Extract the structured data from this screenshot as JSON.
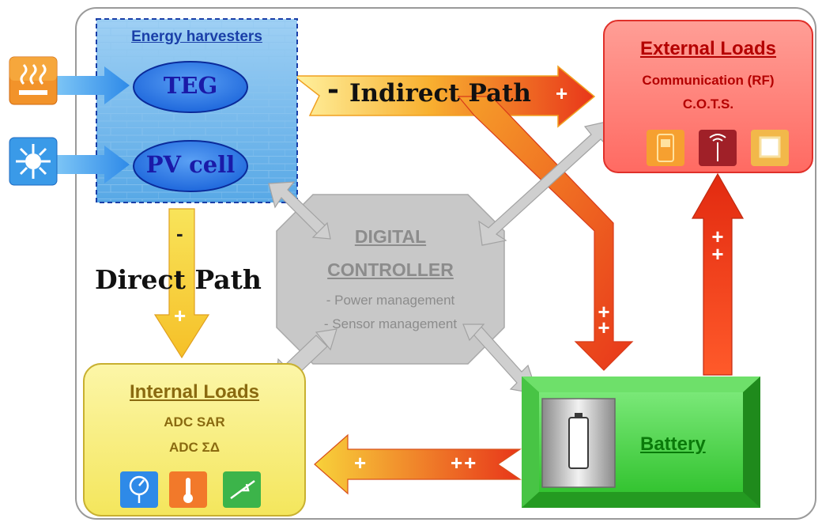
{
  "harvesters": {
    "title": "Energy harvesters",
    "teg": "TEG",
    "pv": "PV cell",
    "heat_icon": "heat-icon",
    "sun_icon": "sun-icon"
  },
  "paths": {
    "indirect_minus": "-",
    "indirect": "Indirect Path",
    "indirect_plus": "+",
    "direct_minus": "-",
    "direct": "Direct Path",
    "direct_plus": "+",
    "to_battery_plus": "++",
    "to_external_plus": "++",
    "battery_out_plus_near": "+",
    "battery_out_plus_far": "++"
  },
  "controller": {
    "title1": "DIGITAL",
    "title2": "CONTROLLER",
    "line1": "- Power management",
    "line2": "- Sensor management"
  },
  "external": {
    "title": "External Loads",
    "line1": "Communication (RF)",
    "line2": "C.O.T.S.",
    "icons": [
      "phone-icon",
      "antenna-icon",
      "chip-icon"
    ]
  },
  "internal": {
    "title": "Internal Loads",
    "line1": "ADC SAR",
    "line2": "ADC ΣΔ",
    "icons": [
      "gauge-icon",
      "thermometer-icon",
      "motion-icon"
    ]
  },
  "battery": {
    "label": "Battery",
    "icon": "battery-icon"
  },
  "colors": {
    "harvester_fill": "#6fb8ec",
    "harvester_border": "#1a3fa8",
    "ellipse_fill": "#2b7be8",
    "ellipse_text": "#1a1aa8",
    "external_fill": "#ff7a72",
    "external_text": "#b40000",
    "internal_fill": "#f8ee7a",
    "internal_text": "#8a6a10",
    "battery_fill": "#4fd64a",
    "battery_text": "#0a7a0a",
    "controller_fill": "#c8c8c8",
    "controller_text": "#8c8c8c",
    "red_arrow": "#e8361a",
    "yellow_arrow": "#f8d23a"
  }
}
